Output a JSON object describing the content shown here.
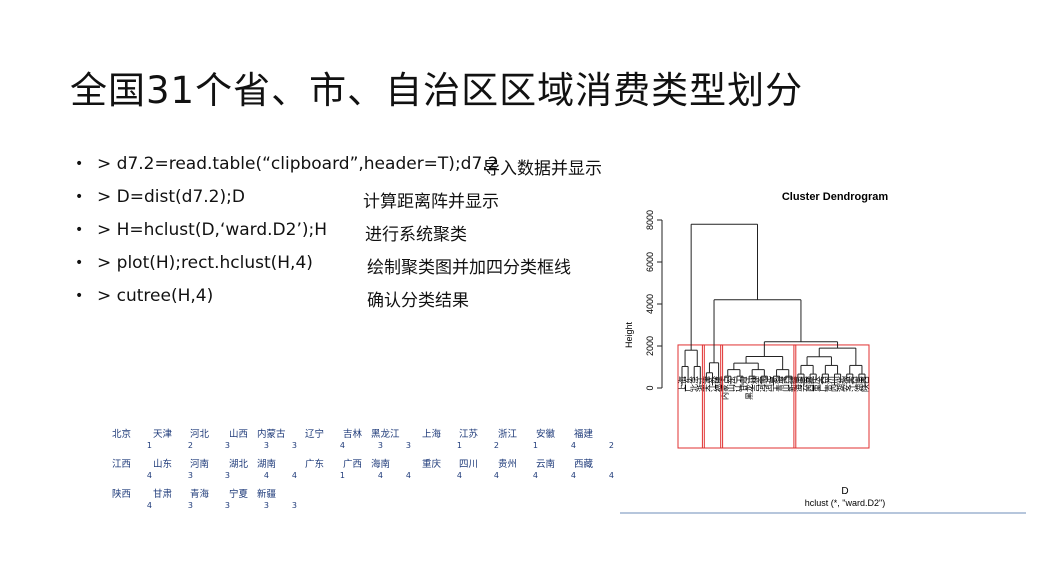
{
  "title": "全国31个省、市、自治区区域消费类型划分",
  "bullets": [
    {
      "code": "> d7.2=read.table(“clipboard”,header=T);d7.2",
      "desc": "导入数据并显示"
    },
    {
      "code": "> D=dist(d7.2);D",
      "desc": "计算距离阵并显示"
    },
    {
      "code": "> H=hclust(D,‘ward.D2’);H",
      "desc": "进行系统聚类"
    },
    {
      "code": "> plot(H);rect.hclust(H,4)",
      "desc": "绘制聚类图并加四分类框线"
    },
    {
      "code": "> cutree(H,4)",
      "desc": "确认分类结果"
    }
  ],
  "cutree_result": [
    [
      {
        "name": "北京",
        "cluster": "1"
      },
      {
        "name": "天津",
        "cluster": "2"
      },
      {
        "name": "河北",
        "cluster": "3"
      },
      {
        "name": "山西",
        "cluster": "3"
      },
      {
        "name": "内蒙古",
        "cluster": "3"
      },
      {
        "name": "辽宁",
        "cluster": "4"
      },
      {
        "name": "吉林",
        "cluster": "3"
      },
      {
        "name": "黑龙江",
        "cluster": "3"
      },
      {
        "name": "上海",
        "cluster": "1"
      },
      {
        "name": "江苏",
        "cluster": "2"
      },
      {
        "name": "浙江",
        "cluster": "1"
      },
      {
        "name": "安徽",
        "cluster": "4"
      },
      {
        "name": "福建",
        "cluster": "2"
      }
    ],
    [
      {
        "name": "江西",
        "cluster": "4"
      },
      {
        "name": "山东",
        "cluster": "3"
      },
      {
        "name": "河南",
        "cluster": "3"
      },
      {
        "name": "湖北",
        "cluster": "4"
      },
      {
        "name": "湖南",
        "cluster": "4"
      },
      {
        "name": "广东",
        "cluster": "1"
      },
      {
        "name": "广西",
        "cluster": "4"
      },
      {
        "name": "海南",
        "cluster": "4"
      },
      {
        "name": "重庆",
        "cluster": "4"
      },
      {
        "name": "四川",
        "cluster": "4"
      },
      {
        "name": "贵州",
        "cluster": "4"
      },
      {
        "name": "云南",
        "cluster": "4"
      },
      {
        "name": "西藏",
        "cluster": "4"
      }
    ],
    [
      {
        "name": "陕西",
        "cluster": "4"
      },
      {
        "name": "甘肃",
        "cluster": "3"
      },
      {
        "name": "青海",
        "cluster": "3"
      },
      {
        "name": "宁夏",
        "cluster": "3"
      },
      {
        "name": "新疆",
        "cluster": "3"
      }
    ]
  ],
  "chart_data": {
    "type": "dendrogram",
    "title": "Cluster Dendrogram",
    "xlabel": "D",
    "subtitle": "hclust (*, \"ward.D2\")",
    "ylabel": "Height",
    "ylim": [
      0,
      8000
    ],
    "yticks": [
      0,
      2000,
      4000,
      6000,
      8000
    ],
    "leaves": [
      "上海",
      "广东",
      "北京",
      "浙江",
      "天津",
      "江苏",
      "福建",
      "内蒙古",
      "山东",
      "辽宁",
      "甘肃",
      "黑龙江",
      "吉林",
      "河南",
      "河北",
      "宁夏",
      "青海",
      "山西",
      "新疆",
      "海南",
      "云南",
      "西藏",
      "重庆",
      "广西",
      "贵州",
      "四川",
      "湖北",
      "安徽",
      "江西",
      "湖南",
      "陕西"
    ],
    "clusters": [
      {
        "leaves": [
          "上海",
          "广东",
          "北京",
          "浙江"
        ],
        "height": 1800
      },
      {
        "leaves": [
          "天津",
          "江苏",
          "福建"
        ],
        "height": 1200
      },
      {
        "leaves": [
          "内蒙古",
          "山东",
          "辽宁",
          "甘肃",
          "黑龙江",
          "吉林",
          "河南",
          "河北",
          "宁夏",
          "青海",
          "山西",
          "新疆"
        ],
        "height": 1500
      },
      {
        "leaves": [
          "海南",
          "云南",
          "西藏",
          "重庆",
          "广西",
          "贵州",
          "四川",
          "湖北",
          "安徽",
          "江西",
          "湖南",
          "陕西"
        ],
        "height": 1900
      }
    ],
    "merge_heights": {
      "clusters_3_4": 2200,
      "clusters_2_34": 4200,
      "root": 7800
    },
    "rect_color": "#e03030",
    "line_color": "#222222"
  }
}
